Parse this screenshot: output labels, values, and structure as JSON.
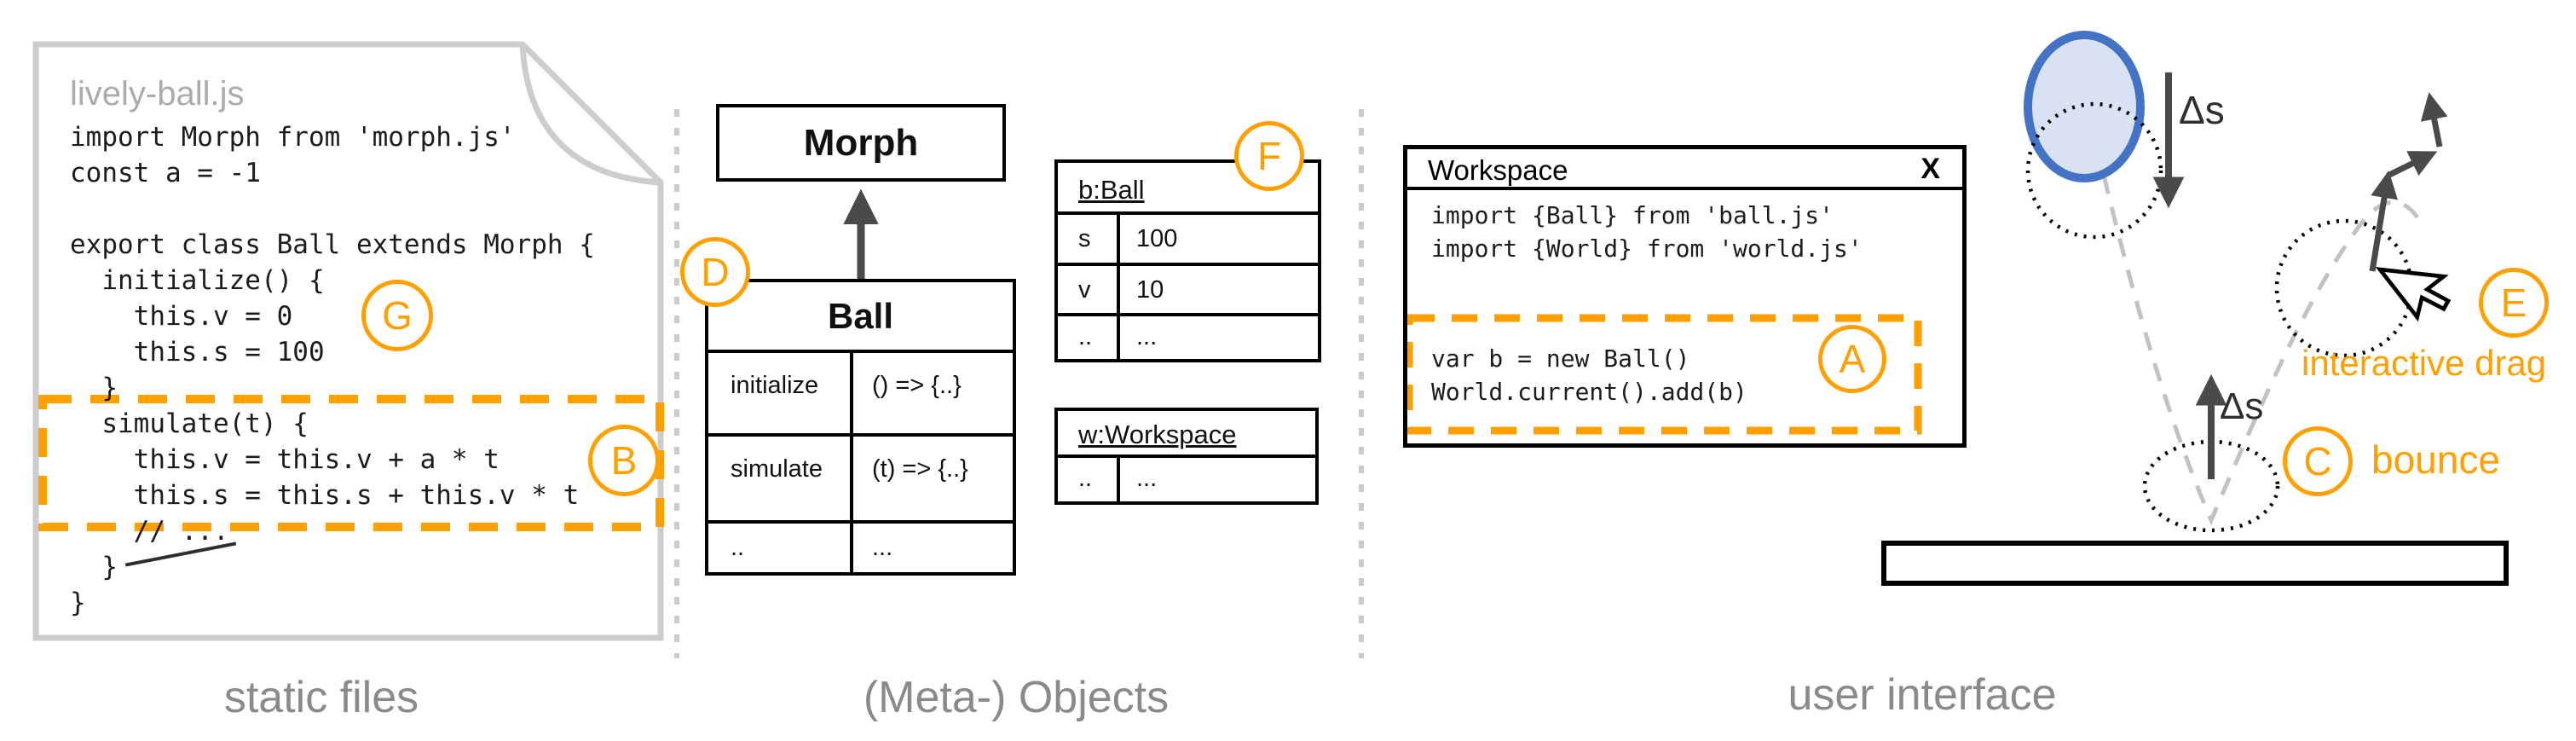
{
  "colors": {
    "accent_orange": "#FFA000",
    "ball_blue_stroke": "#4472C4",
    "ball_blue_fill": "#D9E2F3",
    "label_gray": "#8A8A8A"
  },
  "markers": {
    "a": "A",
    "b": "B",
    "c": "C",
    "d": "D",
    "e": "E",
    "f": "F",
    "g": "G"
  },
  "static_files": {
    "section_label": "static files",
    "file_title": "lively-ball.js",
    "code": [
      "import Morph from 'morph.js'",
      "const a = -1",
      "",
      "export class Ball extends Morph {",
      "  initialize() {",
      "    this.v = 0",
      "    this.s = 100",
      "  }",
      "  simulate(t) {",
      "    this.v = this.v + a * t",
      "    this.s = this.s + this.v * t",
      "    // ...",
      "  }",
      "}"
    ]
  },
  "meta_objects": {
    "section_label": "(Meta-) Objects",
    "morph_class_name": "Morph",
    "ball_class": {
      "name": "Ball",
      "rows": [
        [
          "initialize",
          "() => {..}"
        ],
        [
          "simulate",
          "(t) => {..}"
        ],
        [
          "..",
          "..."
        ]
      ]
    },
    "ball_instance": {
      "name": "b:Ball",
      "rows": [
        [
          "s",
          "100"
        ],
        [
          "v",
          "10"
        ],
        [
          "..",
          "..."
        ]
      ]
    },
    "workspace_instance": {
      "name": "w:Workspace",
      "rows": [
        [
          "..",
          "..."
        ]
      ]
    }
  },
  "user_interface": {
    "section_label": "user interface",
    "workspace_window": {
      "title": "Workspace",
      "close_label": "X",
      "imports": [
        "import {Ball} from 'ball.js'",
        "import {World} from 'world.js'"
      ],
      "eval_code": [
        "var b = new Ball()",
        "World.current().add(b)"
      ]
    },
    "annotations": {
      "delta_s_down": "Δs",
      "delta_s_up": "Δs",
      "bounce": "bounce",
      "interactive_drag": "interactive drag"
    }
  }
}
